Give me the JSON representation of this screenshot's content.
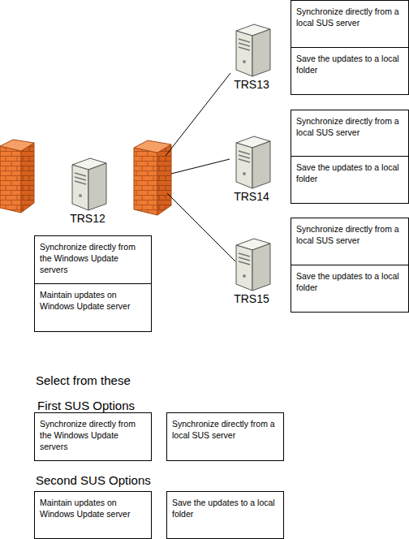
{
  "diagram": {
    "nodes": [
      {
        "text": [
          "Synchronize directly from a local SUS server"
        ]
      },
      {
        "text": [
          "Save the updates to a local folder"
        ]
      },
      {
        "text": [
          "TRS13"
        ]
      },
      {
        "text": [
          "Synchronize directly from a local SUS server"
        ]
      },
      {
        "text": [
          "Save the updates to a local folder"
        ]
      },
      {
        "text": [
          "TRS12"
        ]
      },
      {
        "text": [
          "TRS14"
        ]
      },
      {
        "text": [
          "Synchronize directly from a local SUS server"
        ]
      },
      {
        "text": [
          "Save the updates to a local folder"
        ]
      },
      {
        "text": [
          "TRS15"
        ]
      },
      {
        "text": [
          "Synchronize directly from the Windows Update servers"
        ]
      },
      {
        "text": [
          "Maintain updates on Windows Update server"
        ]
      },
      {
        "text": [
          "Synchronize directly from the Windows Update servers"
        ]
      },
      {
        "text": [
          "Synchronize directly from a local SUS server"
        ]
      },
      {
        "text": [
          "Maintain updates on Windows Update server"
        ]
      },
      {
        "text": [
          "Save the updates to a local folder"
        ]
      }
    ],
    "labels": [
      "Select from these",
      "First SUS Options",
      "Second SUS Options"
    ]
  }
}
